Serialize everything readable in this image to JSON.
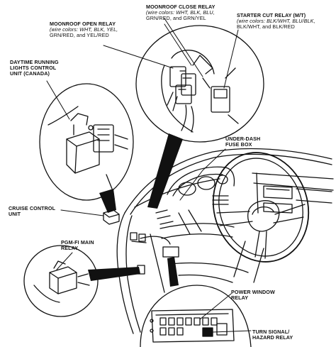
{
  "labels": {
    "moonroof_close_relay": {
      "title": "MOONROOF CLOSE RELAY",
      "wire_1": "(wire colors: WHT, BLK, BLU,",
      "wire_2": "GRN/RED, and GRN/YEL"
    },
    "moonroof_open_relay": {
      "title": "MOONROOF OPEN RELAY",
      "wire_1": "(wire colors: WHT, BLK, YEL,",
      "wire_2": "GRN/RED, and YEL/RED"
    },
    "starter_cut_relay": {
      "title": "STARTER CUT RELAY (M/T)",
      "wire_1": "(wire colors: BLK/WHT, BLU/BLK,",
      "wire_2": "BLK/WHT, and BLK/RED"
    },
    "drl_unit": {
      "line_1": "DAYTIME RUNNING",
      "line_2": "LIGHTS CONTROL",
      "line_3": "UNIT (CANADA)"
    },
    "under_dash_fuse_box": {
      "line_1": "UNDER-DASH",
      "line_2": "FUSE BOX"
    },
    "cruise_control_unit": {
      "line_1": "CRUISE CONTROL",
      "line_2": "UNIT"
    },
    "pgm_fi_main_relay": {
      "line_1": "PGM-FI MAIN",
      "line_2": "RELAY"
    },
    "power_window_relay": {
      "line_1": "POWER WINDOW",
      "line_2": "RELAY"
    },
    "turn_signal_relay": {
      "line_1": "TURN SIGNAL/",
      "line_2": "HAZARD RELAY"
    }
  }
}
